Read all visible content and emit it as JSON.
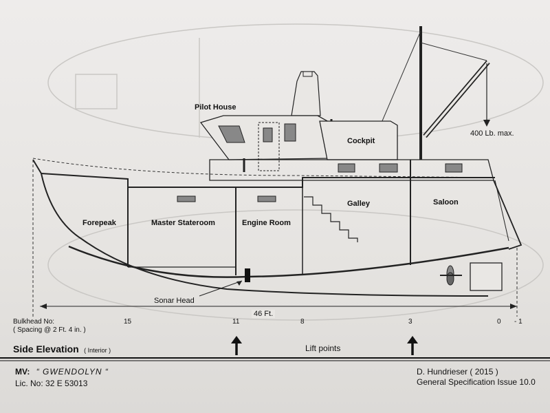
{
  "drawing": {
    "labels": {
      "pilot_house": "Pilot House",
      "cockpit": "Cockpit",
      "crane_capacity": "400 Lb. max.",
      "forepeak": "Forepeak",
      "master_stateroom": "Master Stateroom",
      "engine_room": "Engine Room",
      "galley": "Galley",
      "saloon": "Saloon",
      "sonar_head": "Sonar Head",
      "overall_length": "46 Ft."
    },
    "bulkheads": {
      "label": "Bulkhead No:",
      "spacing": "( Spacing @ 2 Ft. 4 in. )",
      "numbers": [
        "15",
        "11",
        "8",
        "3",
        "0",
        "- 1"
      ]
    },
    "view_title": "Side Elevation",
    "view_subtitle": "( Interior )",
    "lift_points_label": "Lift points"
  },
  "title_block": {
    "vessel_prefix": "MV:",
    "vessel_name": "“ GWENDOLYN “",
    "license": "Lic. No: 32 E 53013",
    "author": "D. Hundrieser ( 2015 )",
    "spec": "General Specification Issue 10.0"
  }
}
